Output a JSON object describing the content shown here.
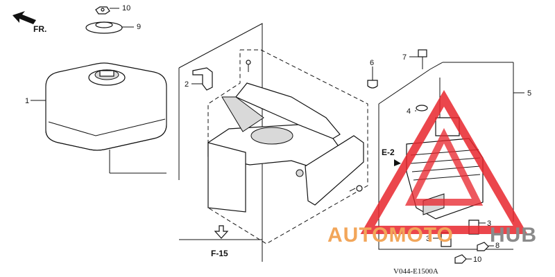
{
  "diagram": {
    "direction_label": "FR.",
    "callouts": [
      "1",
      "2",
      "3",
      "3",
      "4",
      "5",
      "6",
      "7",
      "8",
      "9",
      "10",
      "10"
    ],
    "refs": {
      "e2": "E-2",
      "f15": "F-15"
    },
    "figure_code": "V044-E1500A"
  },
  "watermark": {
    "text_auto": "AUTOMOTO",
    "text_hub": "HUB",
    "color_orange": "#f2a65a",
    "color_grey": "#8a8a8a",
    "triangle_color": "#e8262d"
  }
}
